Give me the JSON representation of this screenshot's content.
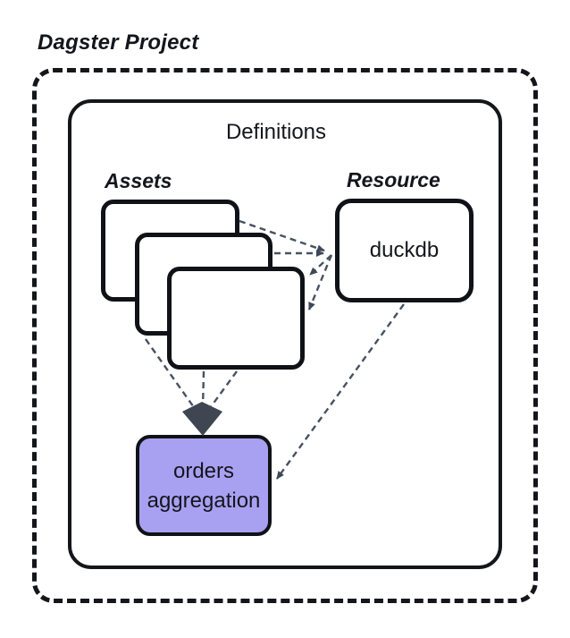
{
  "diagram": {
    "title": "Dagster Project",
    "definitions_label": "Definitions",
    "assets_group_label": "Assets",
    "resource_group_label": "Resource",
    "resource_node": {
      "label": "duckdb"
    },
    "asset_cards": {
      "count": 3,
      "labels": [
        "",
        "",
        ""
      ]
    },
    "aggregation_node": {
      "label_line1": "orders",
      "label_line2": "aggregation"
    },
    "edges": [
      "asset-back to duckdb",
      "asset-middle to duckdb",
      "duckdb to asset-front-corner",
      "duckdb to asset-front-edge",
      "duckdb to orders-aggregation",
      "asset-middle to merge-arrowhead",
      "asset-front to merge-arrowhead",
      "asset-front-right to merge-arrowhead"
    ],
    "colors": {
      "background": "#ffffff",
      "box_border": "#101217",
      "aggregation_fill": "#a8a1f2",
      "edge_line": "#475261",
      "merge_arrowhead": "#3f4652"
    }
  }
}
